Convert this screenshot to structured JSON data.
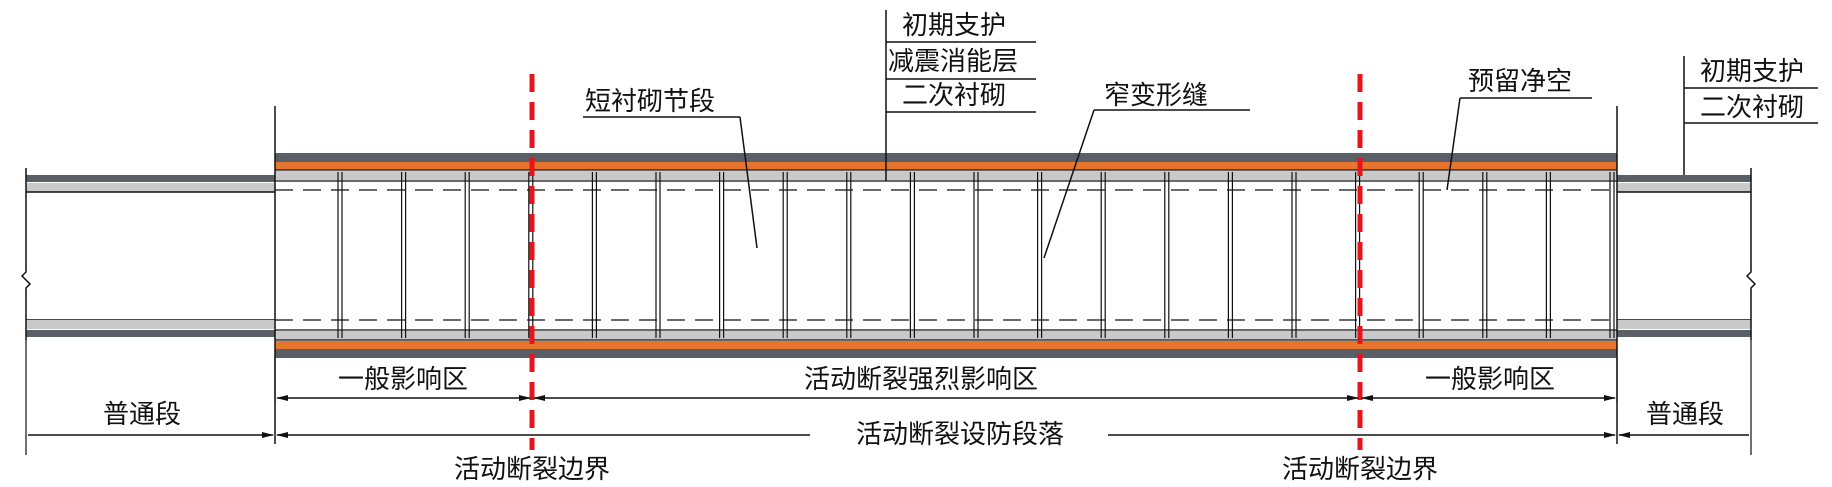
{
  "labels": {
    "initial_support": "初期支护",
    "damping_layer": "减震消能层",
    "secondary_lining": "二次衬砌",
    "short_lining_segment": "短衬砌节段",
    "narrow_deformation_joint": "窄变形缝",
    "reserved_clearance": "预留净空",
    "right_initial_support": "初期支护",
    "right_secondary_lining": "二次衬砌",
    "general_zone_left": "一般影响区",
    "strong_zone": "活动断裂强烈影响区",
    "general_zone_right": "一般影响区",
    "normal_section_left": "普通段",
    "normal_section_right": "普通段",
    "fortification_section": "活动断裂设防段落",
    "fault_boundary_left": "活动断裂边界",
    "fault_boundary_right": "活动断裂边界"
  },
  "colors": {
    "initial_support": "#5a5f66",
    "damping_layer": "#e8752e",
    "secondary_lining": "#c9c9c9",
    "fault_line": "#e8141b",
    "outline": "#111111"
  }
}
